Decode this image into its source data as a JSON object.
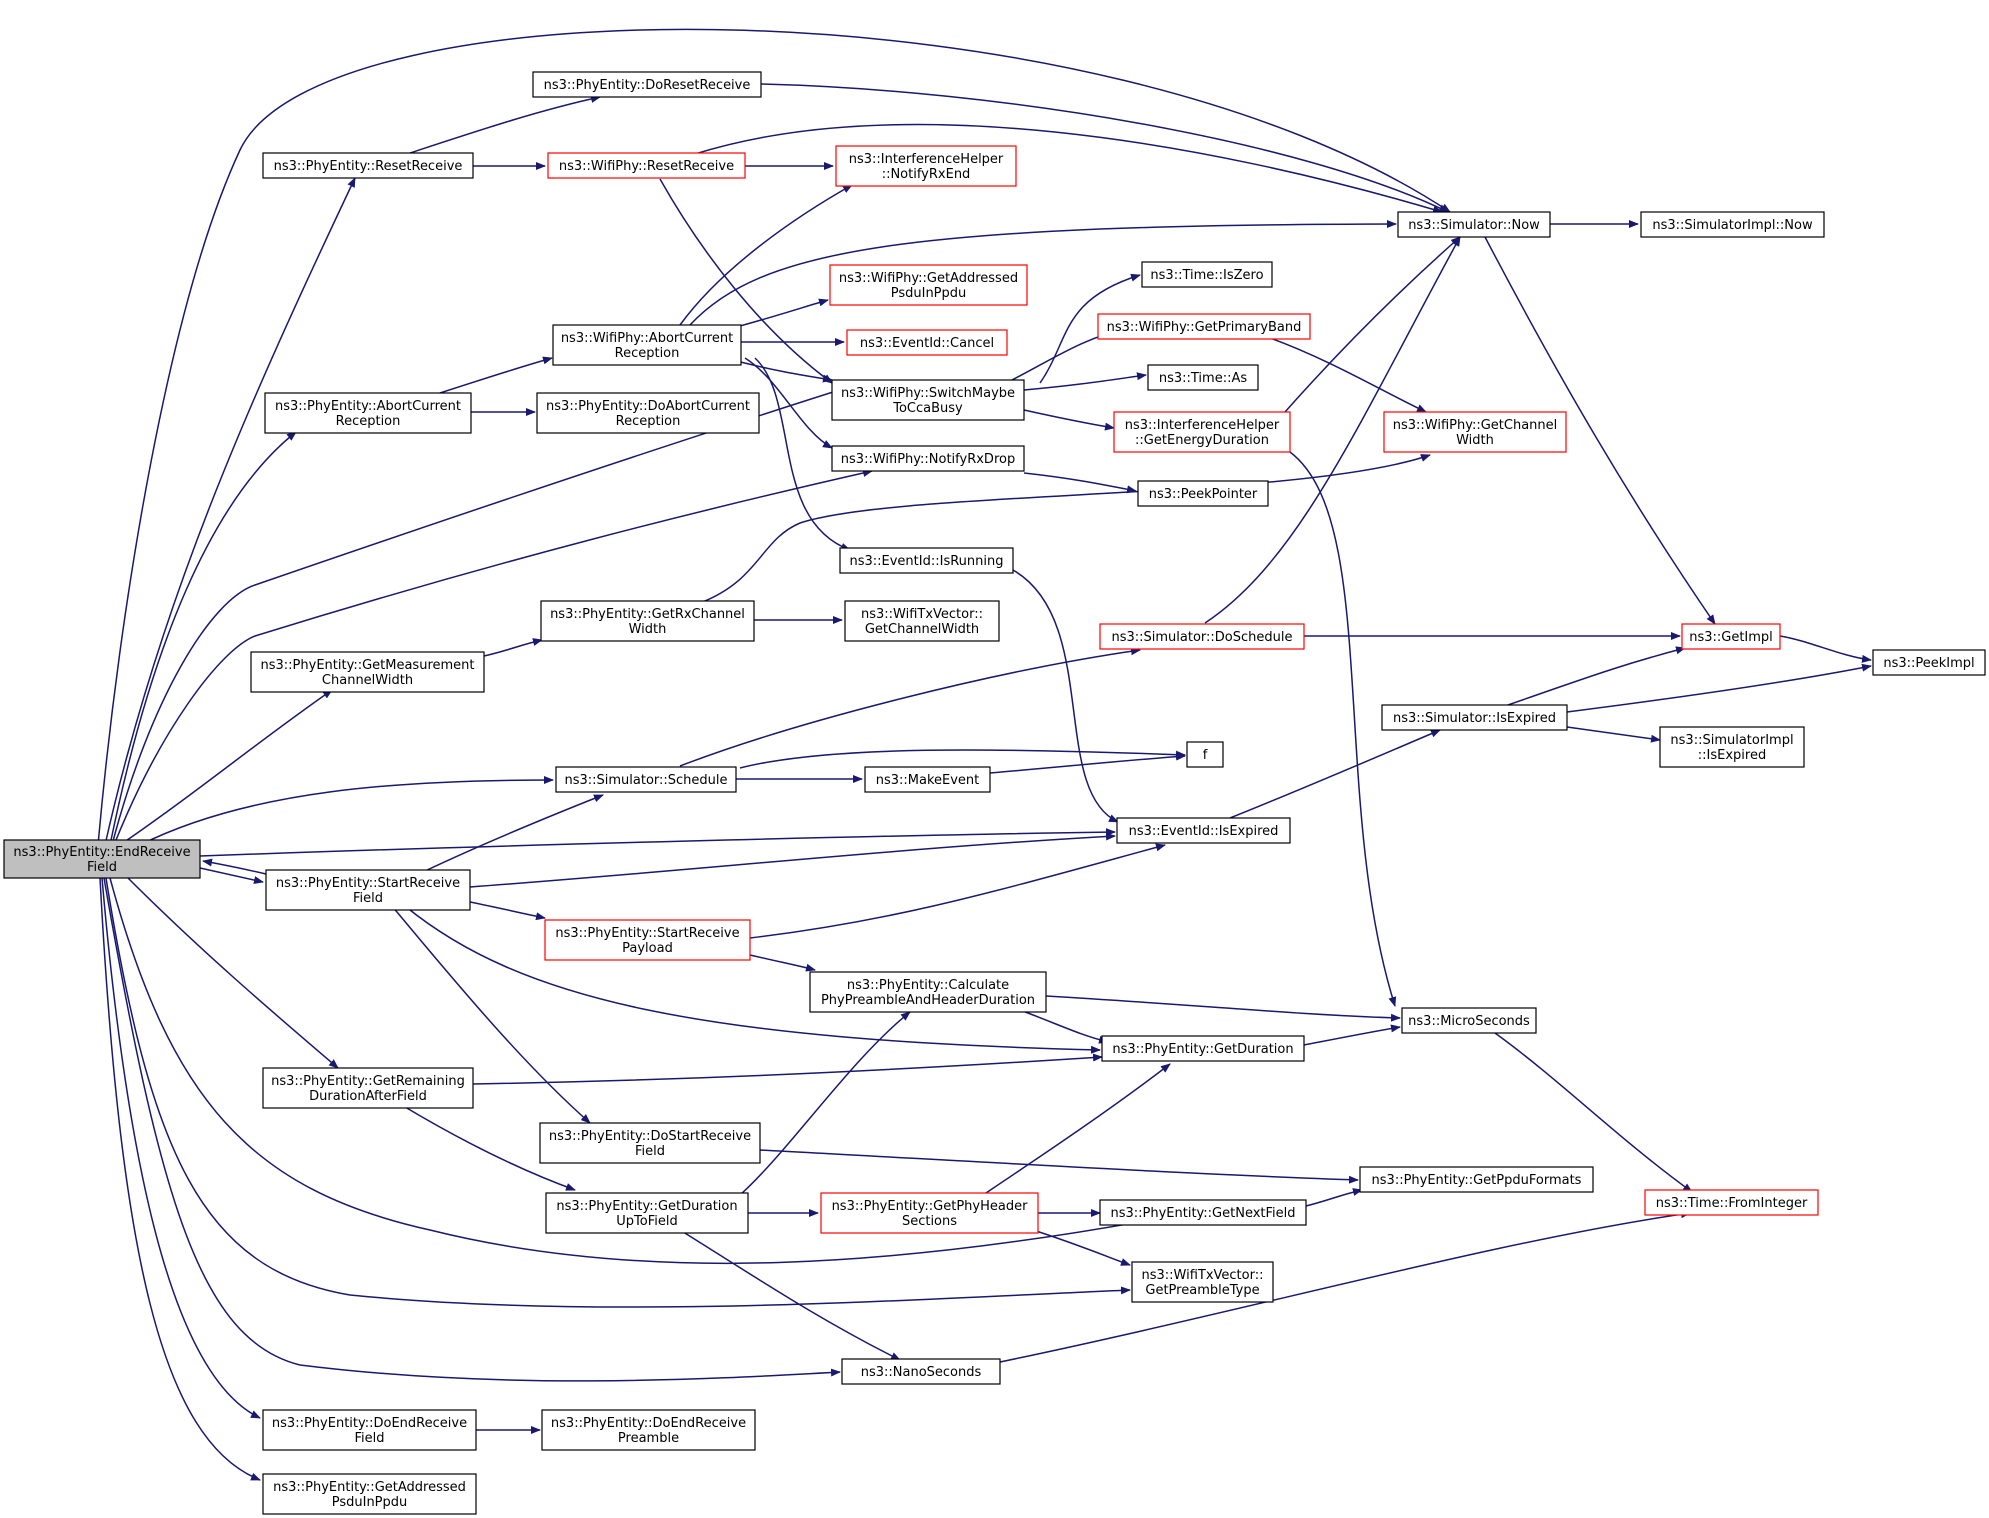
{
  "nodes": {
    "n0": {
      "lines": [
        "ns3::PhyEntity::EndReceive",
        "Field"
      ],
      "style": "root"
    },
    "n1": {
      "lines": [
        "ns3::PhyEntity::ResetReceive"
      ],
      "style": "normal"
    },
    "n2": {
      "lines": [
        "ns3::PhyEntity::DoResetReceive"
      ],
      "style": "normal"
    },
    "n3": {
      "lines": [
        "ns3::WifiPhy::ResetReceive"
      ],
      "style": "red"
    },
    "n4": {
      "lines": [
        "ns3::InterferenceHelper",
        "::NotifyRxEnd"
      ],
      "style": "red"
    },
    "n5": {
      "lines": [
        "ns3::Simulator::Now"
      ],
      "style": "normal"
    },
    "n6": {
      "lines": [
        "ns3::SimulatorImpl::Now"
      ],
      "style": "normal"
    },
    "n7": {
      "lines": [
        "ns3::WifiPhy::GetAddressed",
        "PsduInPpdu"
      ],
      "style": "red"
    },
    "n8": {
      "lines": [
        "ns3::Time::IsZero"
      ],
      "style": "normal"
    },
    "n9": {
      "lines": [
        "ns3::WifiPhy::GetPrimaryBand"
      ],
      "style": "red"
    },
    "n10": {
      "lines": [
        "ns3::WifiPhy::AbortCurrent",
        "Reception"
      ],
      "style": "normal"
    },
    "n11": {
      "lines": [
        "ns3::EventId::Cancel"
      ],
      "style": "red"
    },
    "n12": {
      "lines": [
        "ns3::Time::As"
      ],
      "style": "normal"
    },
    "n13": {
      "lines": [
        "ns3::PhyEntity::AbortCurrent",
        "Reception"
      ],
      "style": "normal"
    },
    "n14": {
      "lines": [
        "ns3::PhyEntity::DoAbortCurrent",
        "Reception"
      ],
      "style": "normal"
    },
    "n15": {
      "lines": [
        "ns3::WifiPhy::SwitchMaybe",
        "ToCcaBusy"
      ],
      "style": "normal"
    },
    "n16": {
      "lines": [
        "ns3::InterferenceHelper",
        "::GetEnergyDuration"
      ],
      "style": "red"
    },
    "n17": {
      "lines": [
        "ns3::WifiPhy::GetChannel",
        "Width"
      ],
      "style": "red"
    },
    "n18": {
      "lines": [
        "ns3::WifiPhy::NotifyRxDrop"
      ],
      "style": "normal"
    },
    "n19": {
      "lines": [
        "ns3::PeekPointer"
      ],
      "style": "normal"
    },
    "n20": {
      "lines": [
        "ns3::EventId::IsRunning"
      ],
      "style": "normal"
    },
    "n21": {
      "lines": [
        "ns3::PhyEntity::GetRxChannel",
        "Width"
      ],
      "style": "normal"
    },
    "n22": {
      "lines": [
        "ns3::WifiTxVector::",
        "GetChannelWidth"
      ],
      "style": "normal"
    },
    "n23": {
      "lines": [
        "ns3::Simulator::DoSchedule"
      ],
      "style": "red"
    },
    "n24": {
      "lines": [
        "ns3::GetImpl"
      ],
      "style": "red"
    },
    "n25": {
      "lines": [
        "ns3::PeekImpl"
      ],
      "style": "normal"
    },
    "n26": {
      "lines": [
        "ns3::PhyEntity::GetMeasurement",
        "ChannelWidth"
      ],
      "style": "normal"
    },
    "n27": {
      "lines": [
        "ns3::Simulator::IsExpired"
      ],
      "style": "normal"
    },
    "n28": {
      "lines": [
        "ns3::SimulatorImpl",
        "::IsExpired"
      ],
      "style": "normal"
    },
    "n29": {
      "lines": [
        "f"
      ],
      "style": "normal"
    },
    "n30": {
      "lines": [
        "ns3::Simulator::Schedule"
      ],
      "style": "normal"
    },
    "n31": {
      "lines": [
        "ns3::MakeEvent"
      ],
      "style": "normal"
    },
    "n32": {
      "lines": [
        "ns3::EventId::IsExpired"
      ],
      "style": "normal"
    },
    "n33": {
      "lines": [
        "ns3::PhyEntity::StartReceive",
        "Field"
      ],
      "style": "normal"
    },
    "n34": {
      "lines": [
        "ns3::PhyEntity::StartReceive",
        "Payload"
      ],
      "style": "red"
    },
    "n35": {
      "lines": [
        "ns3::PhyEntity::Calculate",
        "PhyPreambleAndHeaderDuration"
      ],
      "style": "normal"
    },
    "n36": {
      "lines": [
        "ns3::MicroSeconds"
      ],
      "style": "normal"
    },
    "n37": {
      "lines": [
        "ns3::PhyEntity::GetDuration"
      ],
      "style": "normal"
    },
    "n38": {
      "lines": [
        "ns3::PhyEntity::GetRemaining",
        "DurationAfterField"
      ],
      "style": "normal"
    },
    "n39": {
      "lines": [
        "ns3::PhyEntity::DoStartReceive",
        "Field"
      ],
      "style": "normal"
    },
    "n40": {
      "lines": [
        "ns3::PhyEntity::GetPpduFormats"
      ],
      "style": "normal"
    },
    "n41": {
      "lines": [
        "ns3::Time::FromInteger"
      ],
      "style": "red"
    },
    "n42": {
      "lines": [
        "ns3::PhyEntity::GetDuration",
        "UpToField"
      ],
      "style": "normal"
    },
    "n43": {
      "lines": [
        "ns3::PhyEntity::GetPhyHeader",
        "Sections"
      ],
      "style": "red"
    },
    "n44": {
      "lines": [
        "ns3::PhyEntity::GetNextField"
      ],
      "style": "normal"
    },
    "n45": {
      "lines": [
        "ns3::WifiTxVector::",
        "GetPreambleType"
      ],
      "style": "normal"
    },
    "n46": {
      "lines": [
        "ns3::NanoSeconds"
      ],
      "style": "normal"
    },
    "n47": {
      "lines": [
        "ns3::PhyEntity::DoEndReceive",
        "Field"
      ],
      "style": "normal"
    },
    "n48": {
      "lines": [
        "ns3::PhyEntity::DoEndReceive",
        "Preamble"
      ],
      "style": "normal"
    },
    "n49": {
      "lines": [
        "ns3::PhyEntity::GetAddressed",
        "PsduInPpdu"
      ],
      "style": "normal"
    }
  },
  "colors": {
    "edge": "#191970",
    "node_border": "#000000",
    "node_border_highlight": "#ff0000",
    "root_fill": "#bfbfbf",
    "background": "#ffffff"
  }
}
